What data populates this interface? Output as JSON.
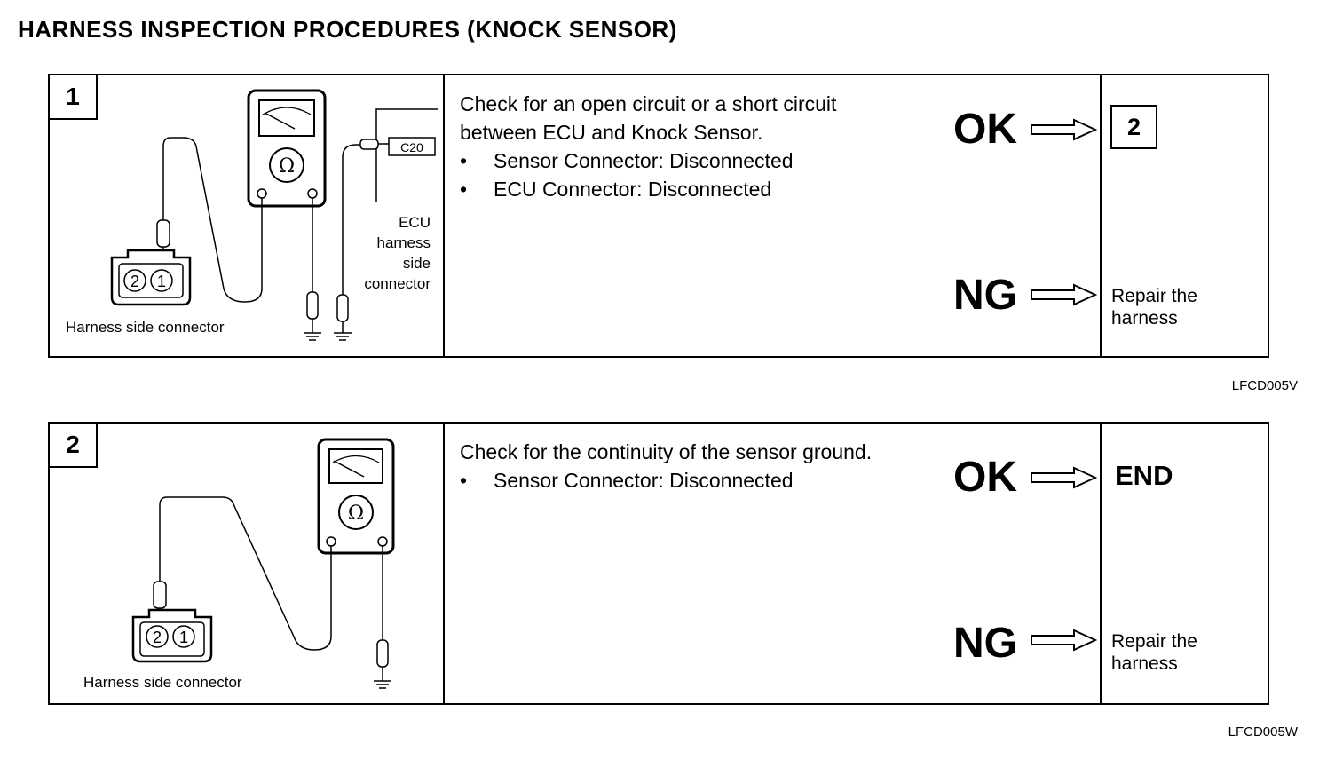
{
  "title": "HARNESS INSPECTION PROCEDURES (KNOCK SENSOR)",
  "steps": [
    {
      "number": "1",
      "check_text": [
        "Check for an open circuit or a short circuit",
        "between ECU and Knock Sensor."
      ],
      "bullets": [
        "Sensor Connector: Disconnected",
        "ECU Connector: Disconnected"
      ],
      "ok_label": "OK",
      "ok_result": "2",
      "ng_label": "NG",
      "ng_result": [
        "Repair the",
        "harness"
      ],
      "diagram": {
        "connector_label": "Harness side connector",
        "pin_left": "2",
        "pin_right": "1",
        "meter_symbol": "Ω",
        "ecu_connector_code": "C20",
        "ecu_label": [
          "ECU",
          "harness",
          "side",
          "connector"
        ]
      },
      "figure_code": "LFCD005V"
    },
    {
      "number": "2",
      "check_text": [
        "Check for the continuity of the sensor ground."
      ],
      "bullets": [
        "Sensor Connector: Disconnected"
      ],
      "ok_label": "OK",
      "ok_result": "END",
      "ng_label": "NG",
      "ng_result": [
        "Repair the",
        "harness"
      ],
      "diagram": {
        "connector_label": "Harness side connector",
        "pin_left": "2",
        "pin_right": "1",
        "meter_symbol": "Ω"
      },
      "figure_code": "LFCD005W"
    }
  ],
  "icons": [
    "ohmmeter-icon",
    "ground-icon",
    "arrow-right-icon"
  ]
}
